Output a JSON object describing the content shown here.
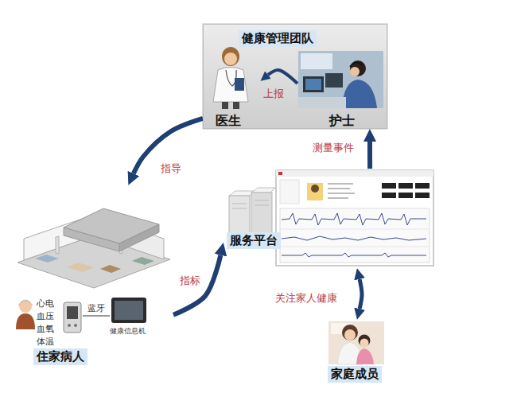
{
  "diagram": {
    "nodes": [
      {
        "text": [
          "健康管理团队"
        ]
      },
      {
        "text": [
          "医生"
        ],
        "in": 0
      },
      {
        "text": [
          "护士"
        ],
        "in": 0
      },
      {
        "text": [
          "住家病人"
        ]
      },
      {
        "text": [
          "服务平台"
        ]
      },
      {
        "text": [
          "家庭成员"
        ]
      }
    ],
    "edges": [
      {
        "from": 2,
        "to": 1,
        "label": "上报",
        "arrow": "to"
      },
      {
        "from": 0,
        "to": 3,
        "label": "指导",
        "arrow": "to"
      },
      {
        "from": 3,
        "to": 4,
        "label": "指标",
        "arrow": "to"
      },
      {
        "from": 4,
        "to": 0,
        "label": "测量事件",
        "arrow": "to"
      },
      {
        "from": 5,
        "to": 4,
        "label": "关注家人健康",
        "arrow": "both"
      }
    ],
    "labels": [
      "心电",
      "血压",
      "血氧",
      "体温",
      "蓝牙",
      "健康信息机"
    ]
  }
}
